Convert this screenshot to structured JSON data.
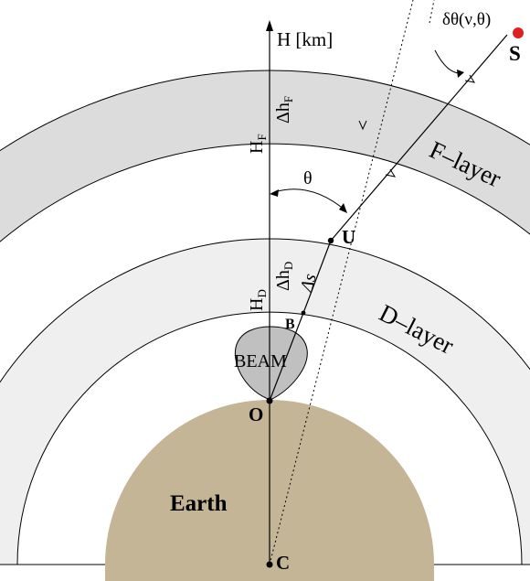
{
  "colors": {
    "earth": "#c4b596",
    "f_layer": "#dcdcdc",
    "d_layer": "#efefef",
    "beam": "#c0c0c0",
    "source": "#e02020",
    "line": "#000000"
  },
  "labels": {
    "axis": "H [km]",
    "delta_theta": "δθ(ν,θ)",
    "source": "S",
    "f_layer": "F–layer",
    "d_layer": "D–layer",
    "theta": "θ",
    "upper_point": "U",
    "beam_point": "B",
    "beam": "BEAM",
    "observer": "O",
    "center": "C",
    "earth": "Earth",
    "h_f_main": "H",
    "h_f_sub": "F",
    "dh_f_main": "Δh",
    "dh_f_sub": "F",
    "h_d_main": "H",
    "h_d_sub": "D",
    "dh_d_main": "Δh",
    "dh_d_sub": "D",
    "delta_s": "Δs"
  }
}
